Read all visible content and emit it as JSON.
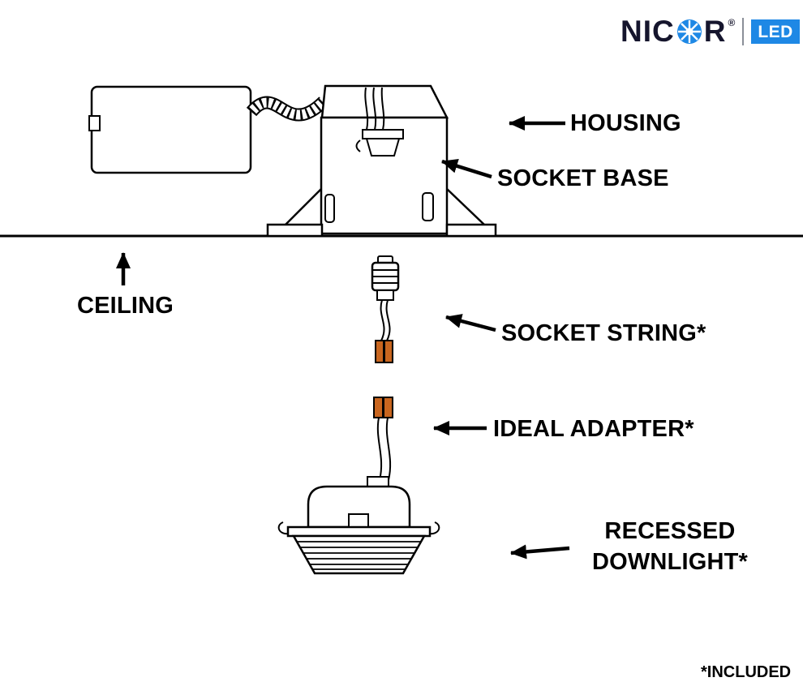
{
  "logo": {
    "brand_prefix": "NIC",
    "brand_suffix": "R",
    "registered_mark": "®",
    "sub_brand": "LED",
    "brand_color": "#15152d",
    "accent_blue": "#1e88e5"
  },
  "callouts": {
    "housing": {
      "label": "HOUSING"
    },
    "socket_base": {
      "label": "SOCKET BASE"
    },
    "ceiling": {
      "label": "CEILING"
    },
    "socket_string": {
      "label": "SOCKET STRING*"
    },
    "ideal_adapter": {
      "label": "IDEAL ADAPTER*"
    },
    "recessed_downlight": {
      "label_line1": "RECESSED",
      "label_line2": "DOWNLIGHT*"
    }
  },
  "footnote": {
    "included": "*INCLUDED"
  },
  "diagram": {
    "line_color": "#000000",
    "connector_orange": "#c9661f",
    "background": "#ffffff"
  }
}
